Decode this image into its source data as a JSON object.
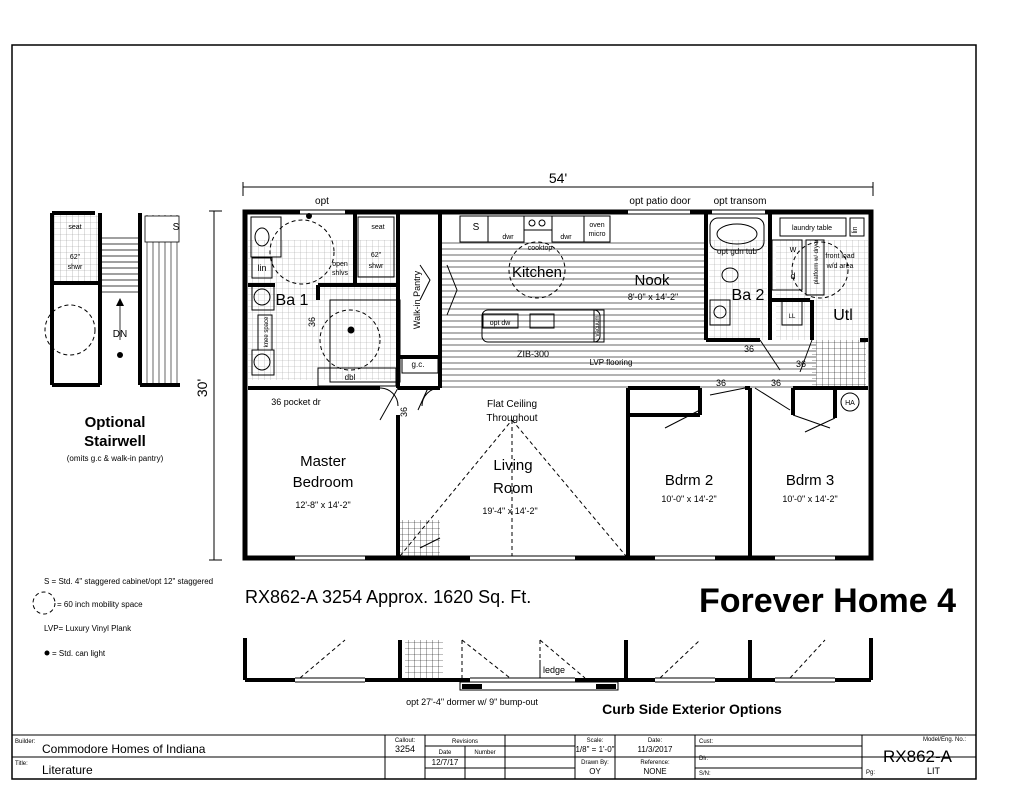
{
  "plan": {
    "overall_width": "54'",
    "overall_depth": "30'",
    "notes": {
      "opt_top": "opt",
      "opt_patio_door": "opt patio door",
      "opt_transom": "opt transom",
      "laundry_table": "laundry table",
      "lin_right": "lin",
      "opt_gdn_tub": "opt gdn tub",
      "front_load": "front load",
      "wd_area": "w/d area",
      "platform": "platform w/ dryer",
      "seat": "seat",
      "shwr_size": "62\"",
      "shwr": "shwr",
      "lin": "lin",
      "open": "open",
      "shlvs": "shlvs",
      "knee_space": "knee space",
      "cookitop": "cooktop",
      "dwr": "dwr",
      "oven_micro_1": "oven",
      "oven_micro_2": "micro",
      "s_mark": "S",
      "opt_dw": "opt dw",
      "vacuum": "vacuum",
      "zib": "ZIB-300",
      "lvp_flooring": "LVP flooring",
      "gc": "g.c.",
      "dbl": "dbl",
      "pocket": "36 pocket dr",
      "flat_ceiling_1": "Flat Ceiling",
      "flat_ceiling_2": "Throughout",
      "ha": "HA",
      "walkin": "Walk-in Pantry",
      "door_36": "36",
      "ledge": "ledge",
      "dormer": "opt 27'-4\" dormer w/ 9\" bump-out",
      "w": "w",
      "d": "d",
      "ll": "LL"
    },
    "rooms": {
      "kitchen": "Kitchen",
      "nook": "Nook",
      "nook_size": "8'-0\" x 14'-2\"",
      "ba1": "Ba 1",
      "ba2": "Ba 2",
      "utl": "Utl",
      "master_1": "Master",
      "master_2": "Bedroom",
      "master_size": "12'-8\" x 14'-2\"",
      "living_1": "Living",
      "living_2": "Room",
      "living_size": "19'-4\" x 14'-2\"",
      "bdrm2": "Bdrm 2",
      "bdrm2_size": "10'-0\" x 14'-2\"",
      "bdrm3": "Bdrm 3",
      "bdrm3_size": "10'-0\" x 14'-2\""
    }
  },
  "stairwell": {
    "title_1": "Optional",
    "title_2": "Stairwell",
    "subtitle": "(omits g.c & walk-in pantry)",
    "dn": "DN",
    "seat": "seat",
    "shwr_size": "62\"",
    "shwr": "shwr",
    "s_mark": "S"
  },
  "legend": {
    "s_note": "S = Std. 4\" staggered cabinet/opt 12\" staggered",
    "mobility": "= 60 inch mobility space",
    "lvp": "LVP= Luxury Vinyl Plank",
    "can_light": "= Std. can light"
  },
  "model_line": "RX862-A 3254  Approx. 1620 Sq. Ft.",
  "brand_title": "Forever Home 4",
  "curb_title": "Curb Side Exterior Options",
  "title_block": {
    "builder_label": "Builder:",
    "builder_value": "Commodore Homes of Indiana",
    "title_label": "Title:",
    "title_value": "Literature",
    "callout_label": "Callout:",
    "callout_value": "3254",
    "revisions_label": "Revisions",
    "date_col": "Date",
    "number_col": "Number",
    "rev_date": "12/7/17",
    "scale_label": "Scale:",
    "scale_value": "1/8\" = 1'-0\"",
    "drawn_label": "Drawn By:",
    "drawn_value": "OY",
    "date_label": "Date:",
    "date_value": "11/3/2017",
    "reference_label": "Reference:",
    "reference_value": "NONE",
    "cust_label": "Cust:",
    "dlr_label": "Dlr:",
    "snr_label": "S/N:",
    "model_label": "Model/Eng. No.:",
    "model_value": "RX862-A",
    "pg_label": "Pg:",
    "pg_value": "LIT"
  }
}
